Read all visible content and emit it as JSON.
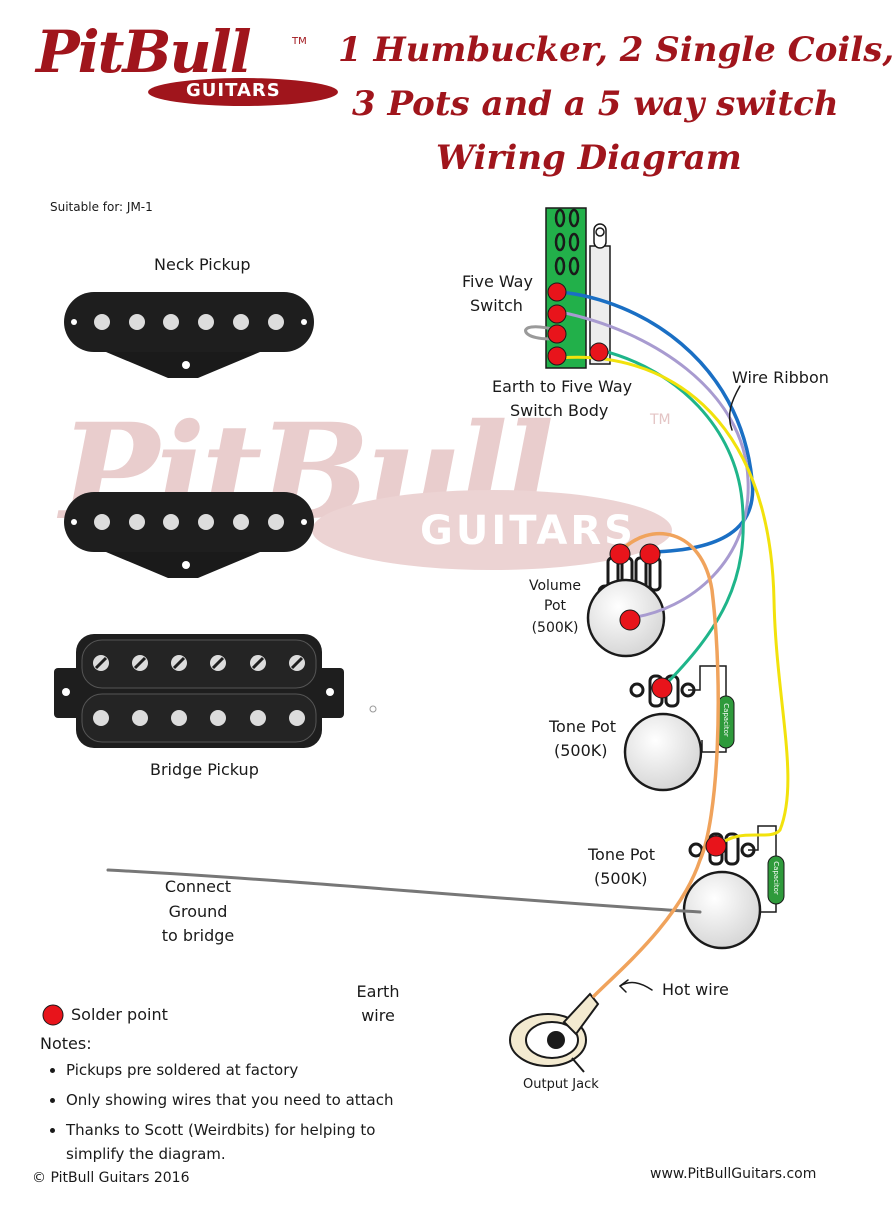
{
  "logo": {
    "name": "PitBull",
    "badge": "GUITARS",
    "tm": "TM"
  },
  "title": {
    "line1": "1 Humbucker, 2 Single Coils,",
    "line2": "3 Pots and a 5 way switch",
    "line3": "Wiring Diagram"
  },
  "suitable": "Suitable for: JM-1",
  "labels": {
    "neck_pickup": "Neck Pickup",
    "bridge_pickup": "Bridge Pickup",
    "five_way_1": "Five Way",
    "five_way_2": "Switch",
    "earth_switch_1": "Earth to Five Way",
    "earth_switch_2": "Switch Body",
    "wire_ribbon": "Wire Ribbon",
    "volume_1": "Volume",
    "volume_2": "Pot",
    "volume_3": "(500K)",
    "tone1_1": "Tone Pot",
    "tone1_2": "(500K)",
    "tone2_1": "Tone Pot",
    "tone2_2": "(500K)",
    "ground_1": "Connect",
    "ground_2": "Ground",
    "ground_3": "to bridge",
    "earth_wire_1": "Earth",
    "earth_wire_2": "wire",
    "hot_wire": "Hot wire",
    "output_jack": "Output Jack",
    "capacitor": "Capacitor"
  },
  "legend": {
    "solder_point": "Solder point"
  },
  "notes": {
    "heading": "Notes:",
    "items": [
      "Pickups pre soldered at factory",
      "Only showing wires that you need to attach",
      "Thanks to Scott (Weirdbits) for helping to simplify the diagram."
    ]
  },
  "footer": {
    "copyright": "© PitBull Guitars 2016",
    "website": "www.PitBullGuitars.com"
  },
  "colors": {
    "brand_red": "#a0151c",
    "solder": "#e8141b",
    "wire_blue": "#1a6fc4",
    "wire_purple": "#a89bd0",
    "wire_green": "#1fb58a",
    "wire_yellow": "#f2e20c",
    "wire_orange": "#f0a35c",
    "wire_ground": "#777777",
    "capacitor": "#2e9a3b",
    "switch_green": "#22b04a"
  }
}
